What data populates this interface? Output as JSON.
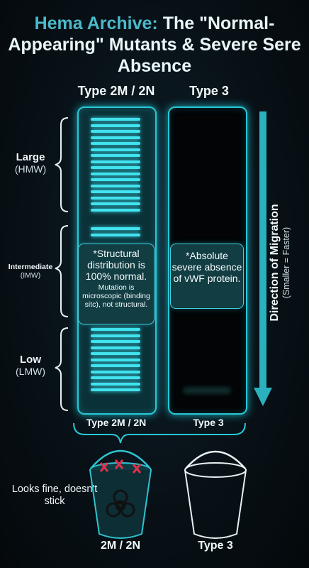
{
  "title": {
    "accent": "Hema Archive:",
    "rest": "The \"Normal-Appearing\" Mutants & Severe Sere Absence"
  },
  "columns": {
    "type2": "Type 2M / 2N",
    "type3": "Type 3"
  },
  "sizes": {
    "large": {
      "label": "Large",
      "sub": "(HMW)"
    },
    "intermediate": {
      "label": "Intermediate",
      "sub": "(IMW)"
    },
    "low": {
      "label": "Low",
      "sub": "(LMW)"
    }
  },
  "notes": {
    "type2_main": "*Structural distribution is 100% normal.",
    "type2_small": "Mutation is microscopic (binding sitc), not structural.",
    "type3_main": "*Absolute severe absence of vWF protein."
  },
  "migration": {
    "label": "Direction of Migration",
    "sub": "(Smaller = Faster)"
  },
  "lane_labels": {
    "type2": "Type 2M / 2N",
    "type3": "Type 3"
  },
  "buckets": {
    "caption": "Looks fine, doesn't stick",
    "left_label": "2M / 2N",
    "right_label": "Type 3"
  },
  "icons": {
    "biohazard": "biohazard-icon",
    "bucket": "bucket-icon",
    "arrow": "arrow-down-icon"
  },
  "colors": {
    "accent": "#4bb9c9",
    "glow": "#27c8d6",
    "band": "#41e3ef"
  }
}
